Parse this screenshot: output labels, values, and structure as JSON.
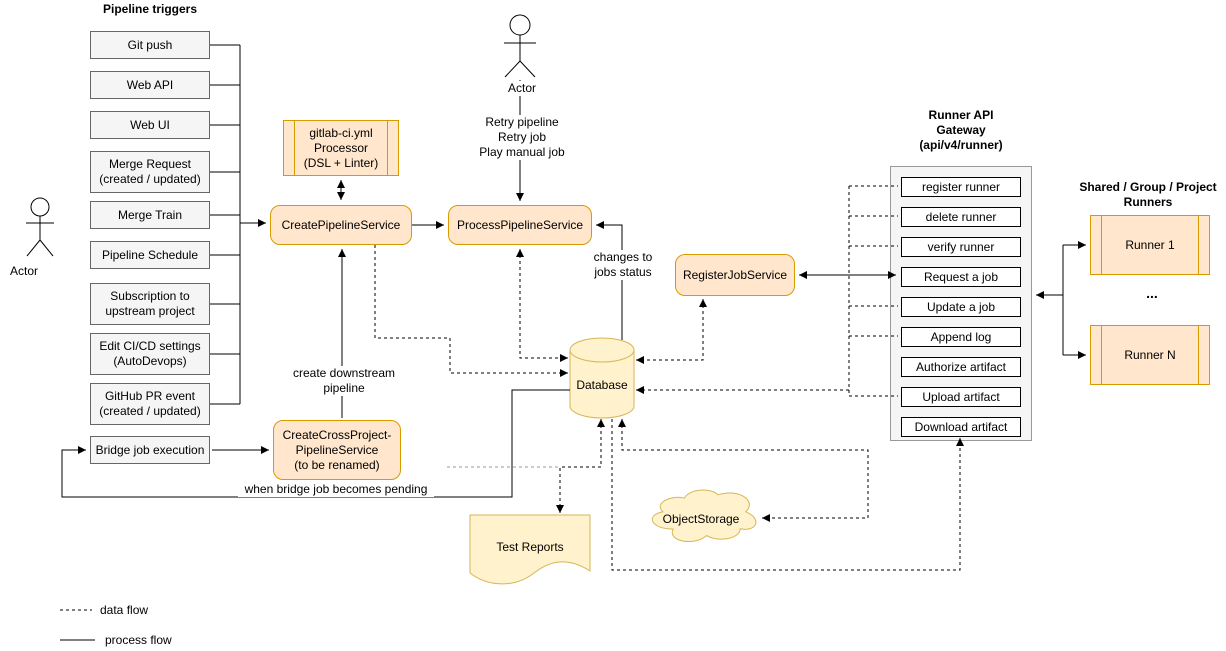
{
  "diagram_title": "Pipeline triggers",
  "colors": {
    "service_fill": "#FFE6CC",
    "service_stroke": "#D79B00",
    "storage_fill": "#FFF2CC",
    "storage_stroke": "#D6B656",
    "trigger_fill": "#F5F5F5",
    "trigger_stroke": "#666666",
    "line": "#000000"
  },
  "triggers": [
    "Git push",
    "Web API",
    "Web UI",
    "Merge Request\n(created / updated)",
    "Merge Train",
    "Pipeline Schedule",
    "Subscription to\nupstream project",
    "Edit CI/CD settings\n(AutoDevops)",
    "GitHub PR event\n(created / updated)",
    "Bridge job execution"
  ],
  "actors": {
    "left_label": "Actor",
    "top_label": "Actor",
    "top_actions": "Retry pipeline\nRetry job\nPlay manual job"
  },
  "nodes": {
    "processor": "gitlab-ci.yml\nProcessor\n(DSL + Linter)",
    "create_pipeline": "CreatePipelineService",
    "process_pipeline": "ProcessPipelineService",
    "register_job": "RegisterJobService",
    "cross_project": "CreateCrossProject-\nPipelineService\n(to be renamed)",
    "database": "Database",
    "test_reports": "Test Reports",
    "object_storage": "ObjectStorage"
  },
  "gateway": {
    "title": "Runner API\nGateway\n(api/v4/runner)",
    "endpoints": [
      "register runner",
      "delete runner",
      "verify runner",
      "Request a job",
      "Update a job",
      "Append log",
      "Authorize artifact",
      "Upload artifact",
      "Download artifact"
    ]
  },
  "runners": {
    "title": "Shared / Group / Project\nRunners",
    "first": "Runner 1",
    "ellipsis": "...",
    "last": "Runner N"
  },
  "edge_labels": {
    "create_downstream": "create downstream\npipeline",
    "when_bridge": "when bridge job becomes pending",
    "changes": "changes to\njobs status"
  },
  "legend": {
    "data_flow": "data flow",
    "process_flow": "process flow"
  }
}
